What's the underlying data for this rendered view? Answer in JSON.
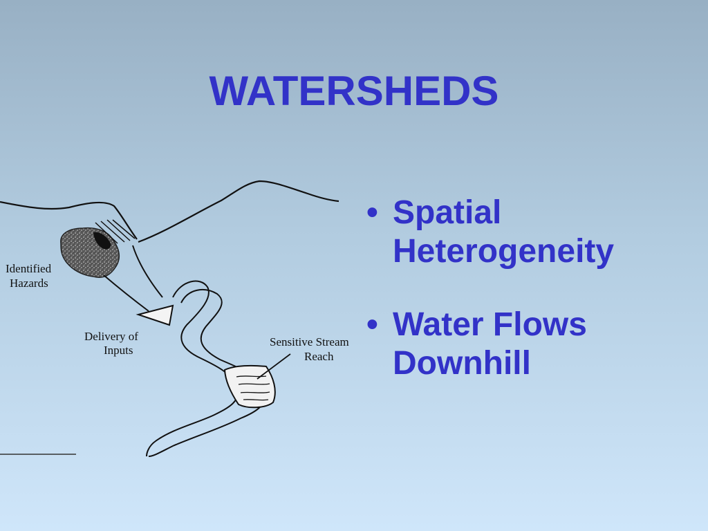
{
  "slide": {
    "title": "WATERSHEDS",
    "colors": {
      "accent": "#3232c8",
      "background_top": "#98b0c4",
      "background_bottom": "#cfe6fa",
      "ink": "#111111"
    },
    "bullets": [
      {
        "lines": [
          "Spatial",
          "Heterogeneity"
        ]
      },
      {
        "lines": [
          "Water Flows",
          "Downhill"
        ]
      }
    ],
    "diagram": {
      "labels": {
        "hazards_line1": "Identified",
        "hazards_line2": "Hazards",
        "delivery_line1": "Delivery of",
        "delivery_line2": "Inputs",
        "reach_line1": "Sensitive Stream",
        "reach_line2": "Reach"
      }
    }
  }
}
